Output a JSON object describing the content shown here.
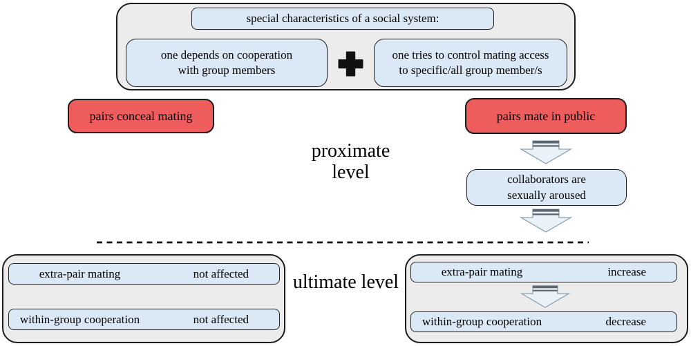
{
  "colors": {
    "panel_fill": "#ececec",
    "blue_box_fill": "#dbe8f5",
    "red_box_fill": "#ee5c5c",
    "border": "#1c1c1c",
    "arrow_fill": "#e9f1f9",
    "arrow_stroke": "#8da0b0",
    "arrow_bar": "#5c6670",
    "text": "#000000"
  },
  "icons": {
    "plus": "plus-icon",
    "down_arrow": "down-arrow-icon",
    "divider": "dashed-divider"
  },
  "top_panel": {
    "header": "special characteristics of a social system:",
    "left_box": "one depends on cooperation with group members",
    "right_box": "one tries to control mating access to specific/all group member/s"
  },
  "proximate": {
    "level_label": "proximate level",
    "conceal_box": "pairs conceal mating",
    "public_box": "pairs mate in public",
    "collaborators_box": "collaborators are sexually aroused"
  },
  "ultimate": {
    "level_label": "ultimate level",
    "left_panel": {
      "rows": [
        {
          "label": "extra-pair mating",
          "value": "not affected"
        },
        {
          "label": "within-group cooperation",
          "value": "not affected"
        }
      ]
    },
    "right_panel": {
      "rows": [
        {
          "label": "extra-pair mating",
          "value": "increase"
        },
        {
          "label": "within-group cooperation",
          "value": "decrease"
        }
      ]
    }
  }
}
